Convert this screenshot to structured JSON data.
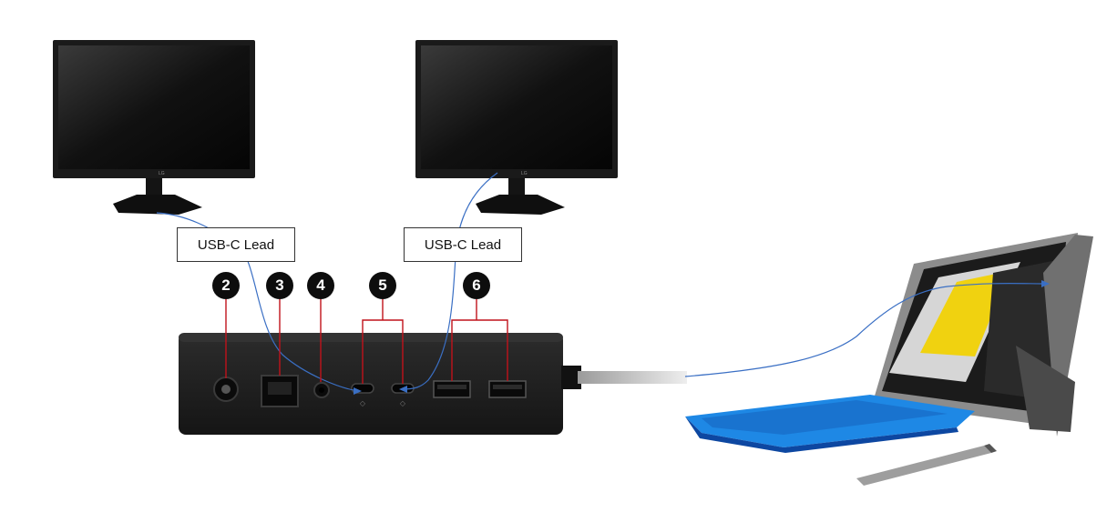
{
  "labels": {
    "lead_left": "USB-C Lead",
    "lead_right": "USB-C Lead"
  },
  "badges": {
    "b2": "2",
    "b3": "3",
    "b4": "4",
    "b5": "5",
    "b6": "6"
  },
  "monitor_logo": "LG",
  "colors": {
    "cable": "#3a6fc4",
    "callout": "#c0121b",
    "keyboard": "#1e88e5",
    "dock": "#1c1c1c"
  }
}
